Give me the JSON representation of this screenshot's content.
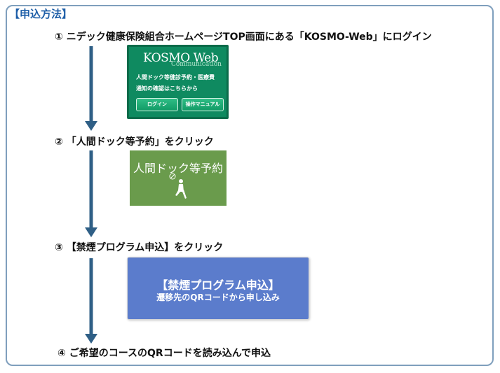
{
  "heading": "【申込方法】",
  "steps": [
    "① ニデック健康保険組合ホームページTOP画面にある「KOSMO-Web」にログイン",
    "② 「人間ドック等予約」をクリック",
    "③ 【禁煙プログラム申込】をクリック",
    "④ ご希望のコースのQRコードを読み込んで申込"
  ],
  "kosmo_panel": {
    "logo": "KOSMO Web",
    "logo_sub": "Communication",
    "line1": "人間ドック等健診予約・医療費",
    "line2": "通知の確認はこちらから",
    "login_button": "ログイン",
    "manual_button": "操作マニュアル"
  },
  "dock_tile": {
    "label": "人間ドック等予約",
    "icon": "person-seated-icon"
  },
  "program_button": {
    "title": "【禁煙プログラム申込】",
    "subtitle": "遷移先のQRコードから申し込み"
  },
  "colors": {
    "frame_border": "#7f9fbd",
    "heading": "#1f5fa8",
    "arrow": "#2f5f86",
    "kosmo_green": "#0f8a60",
    "tile_green": "#6a9b4c",
    "program_blue": "#5b7ccc"
  }
}
